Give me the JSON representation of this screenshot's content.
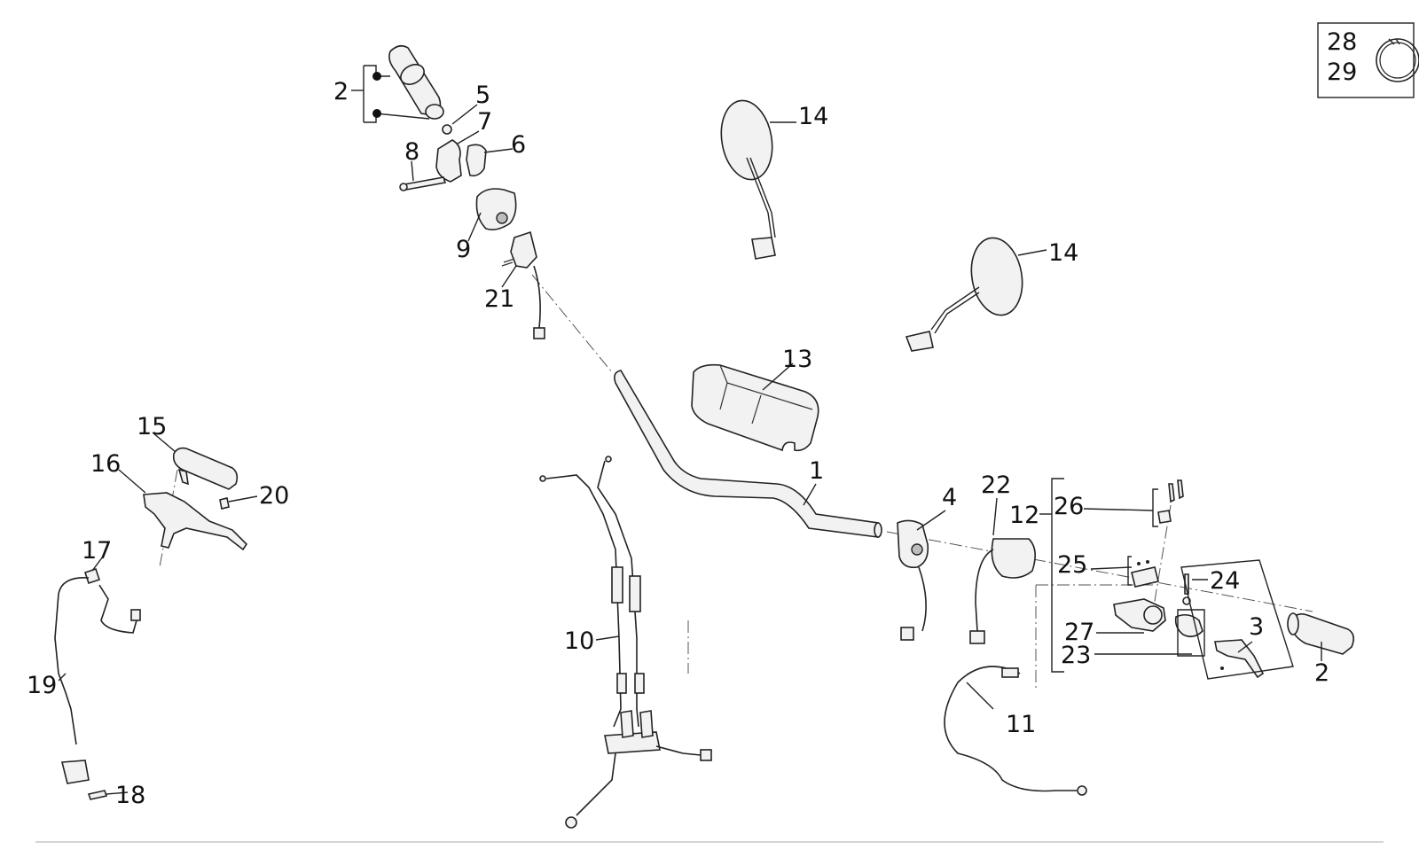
{
  "diagram": {
    "callouts": {
      "c1": "1",
      "c2_left": "2",
      "c2_right": "2",
      "c3": "3",
      "c4": "4",
      "c5": "5",
      "c6": "6",
      "c7": "7",
      "c8": "8",
      "c9": "9",
      "c10": "10",
      "c11": "11",
      "c12": "12",
      "c13": "13",
      "c14_top": "14",
      "c14_right": "14",
      "c15": "15",
      "c16": "16",
      "c17": "17",
      "c18": "18",
      "c19": "19",
      "c20": "20",
      "c21": "21",
      "c22": "22",
      "c23": "23",
      "c24": "24",
      "c25": "25",
      "c26": "26",
      "c27": "27",
      "c28": "28",
      "c29": "29"
    }
  }
}
